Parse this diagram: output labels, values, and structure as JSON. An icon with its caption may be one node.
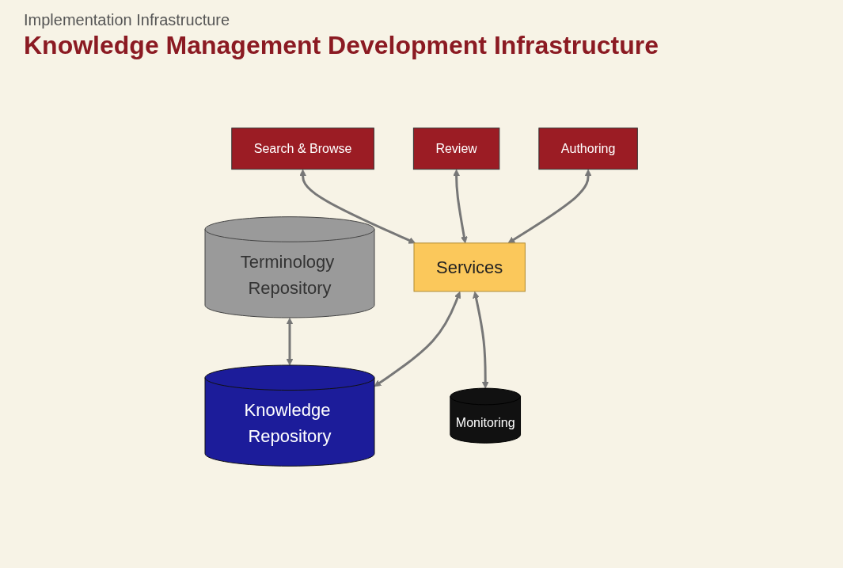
{
  "diagram": {
    "title": "Knowledge Management Development Infrastructure",
    "nodes": [
      {
        "text": [
          "Authoring"
        ]
      },
      {
        "text": [
          "Review"
        ]
      },
      {
        "text": [
          "Search & Browse"
        ]
      },
      {
        "text": [
          "Services"
        ]
      },
      {
        "text": [
          "Terminology Repository"
        ]
      },
      {
        "text": [
          "Knowledge Repository"
        ]
      },
      {
        "text": [
          "Monitoring"
        ]
      }
    ],
    "edges": [
      {
        "from": 0,
        "to": 3,
        "arrow": "both"
      },
      {
        "from": 1,
        "to": 3,
        "arrow": "both"
      },
      {
        "from": 2,
        "to": 3,
        "arrow": "both"
      },
      {
        "from": 3,
        "to": 5,
        "arrow": "both"
      },
      {
        "from": 3,
        "to": 6,
        "arrow": "both"
      },
      {
        "from": 4,
        "to": 5,
        "arrow": "both"
      }
    ],
    "labels": [
      "Implementation Infrastructure"
    ]
  }
}
